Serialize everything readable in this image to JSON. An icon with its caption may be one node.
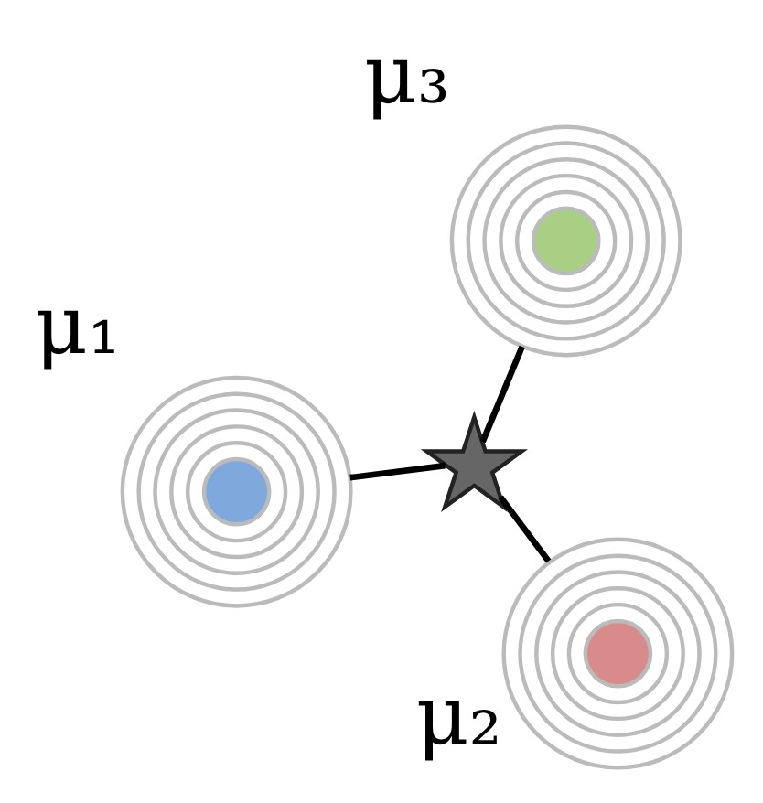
{
  "diagram": {
    "nodes": [
      {
        "text": [],
        "shape": "circle",
        "beside": [
          "μ₁"
        ]
      },
      {
        "text": [],
        "shape": "star"
      },
      {
        "text": [],
        "shape": "circle",
        "beside": [
          "μ₂"
        ]
      },
      {
        "text": [],
        "shape": "circle",
        "beside": [
          "μ₃"
        ]
      }
    ],
    "edges": [
      {
        "from": 1,
        "to": 0,
        "arrow": "none"
      },
      {
        "from": 1,
        "to": 2,
        "arrow": "none"
      },
      {
        "from": 1,
        "to": 3,
        "arrow": "none"
      }
    ]
  }
}
